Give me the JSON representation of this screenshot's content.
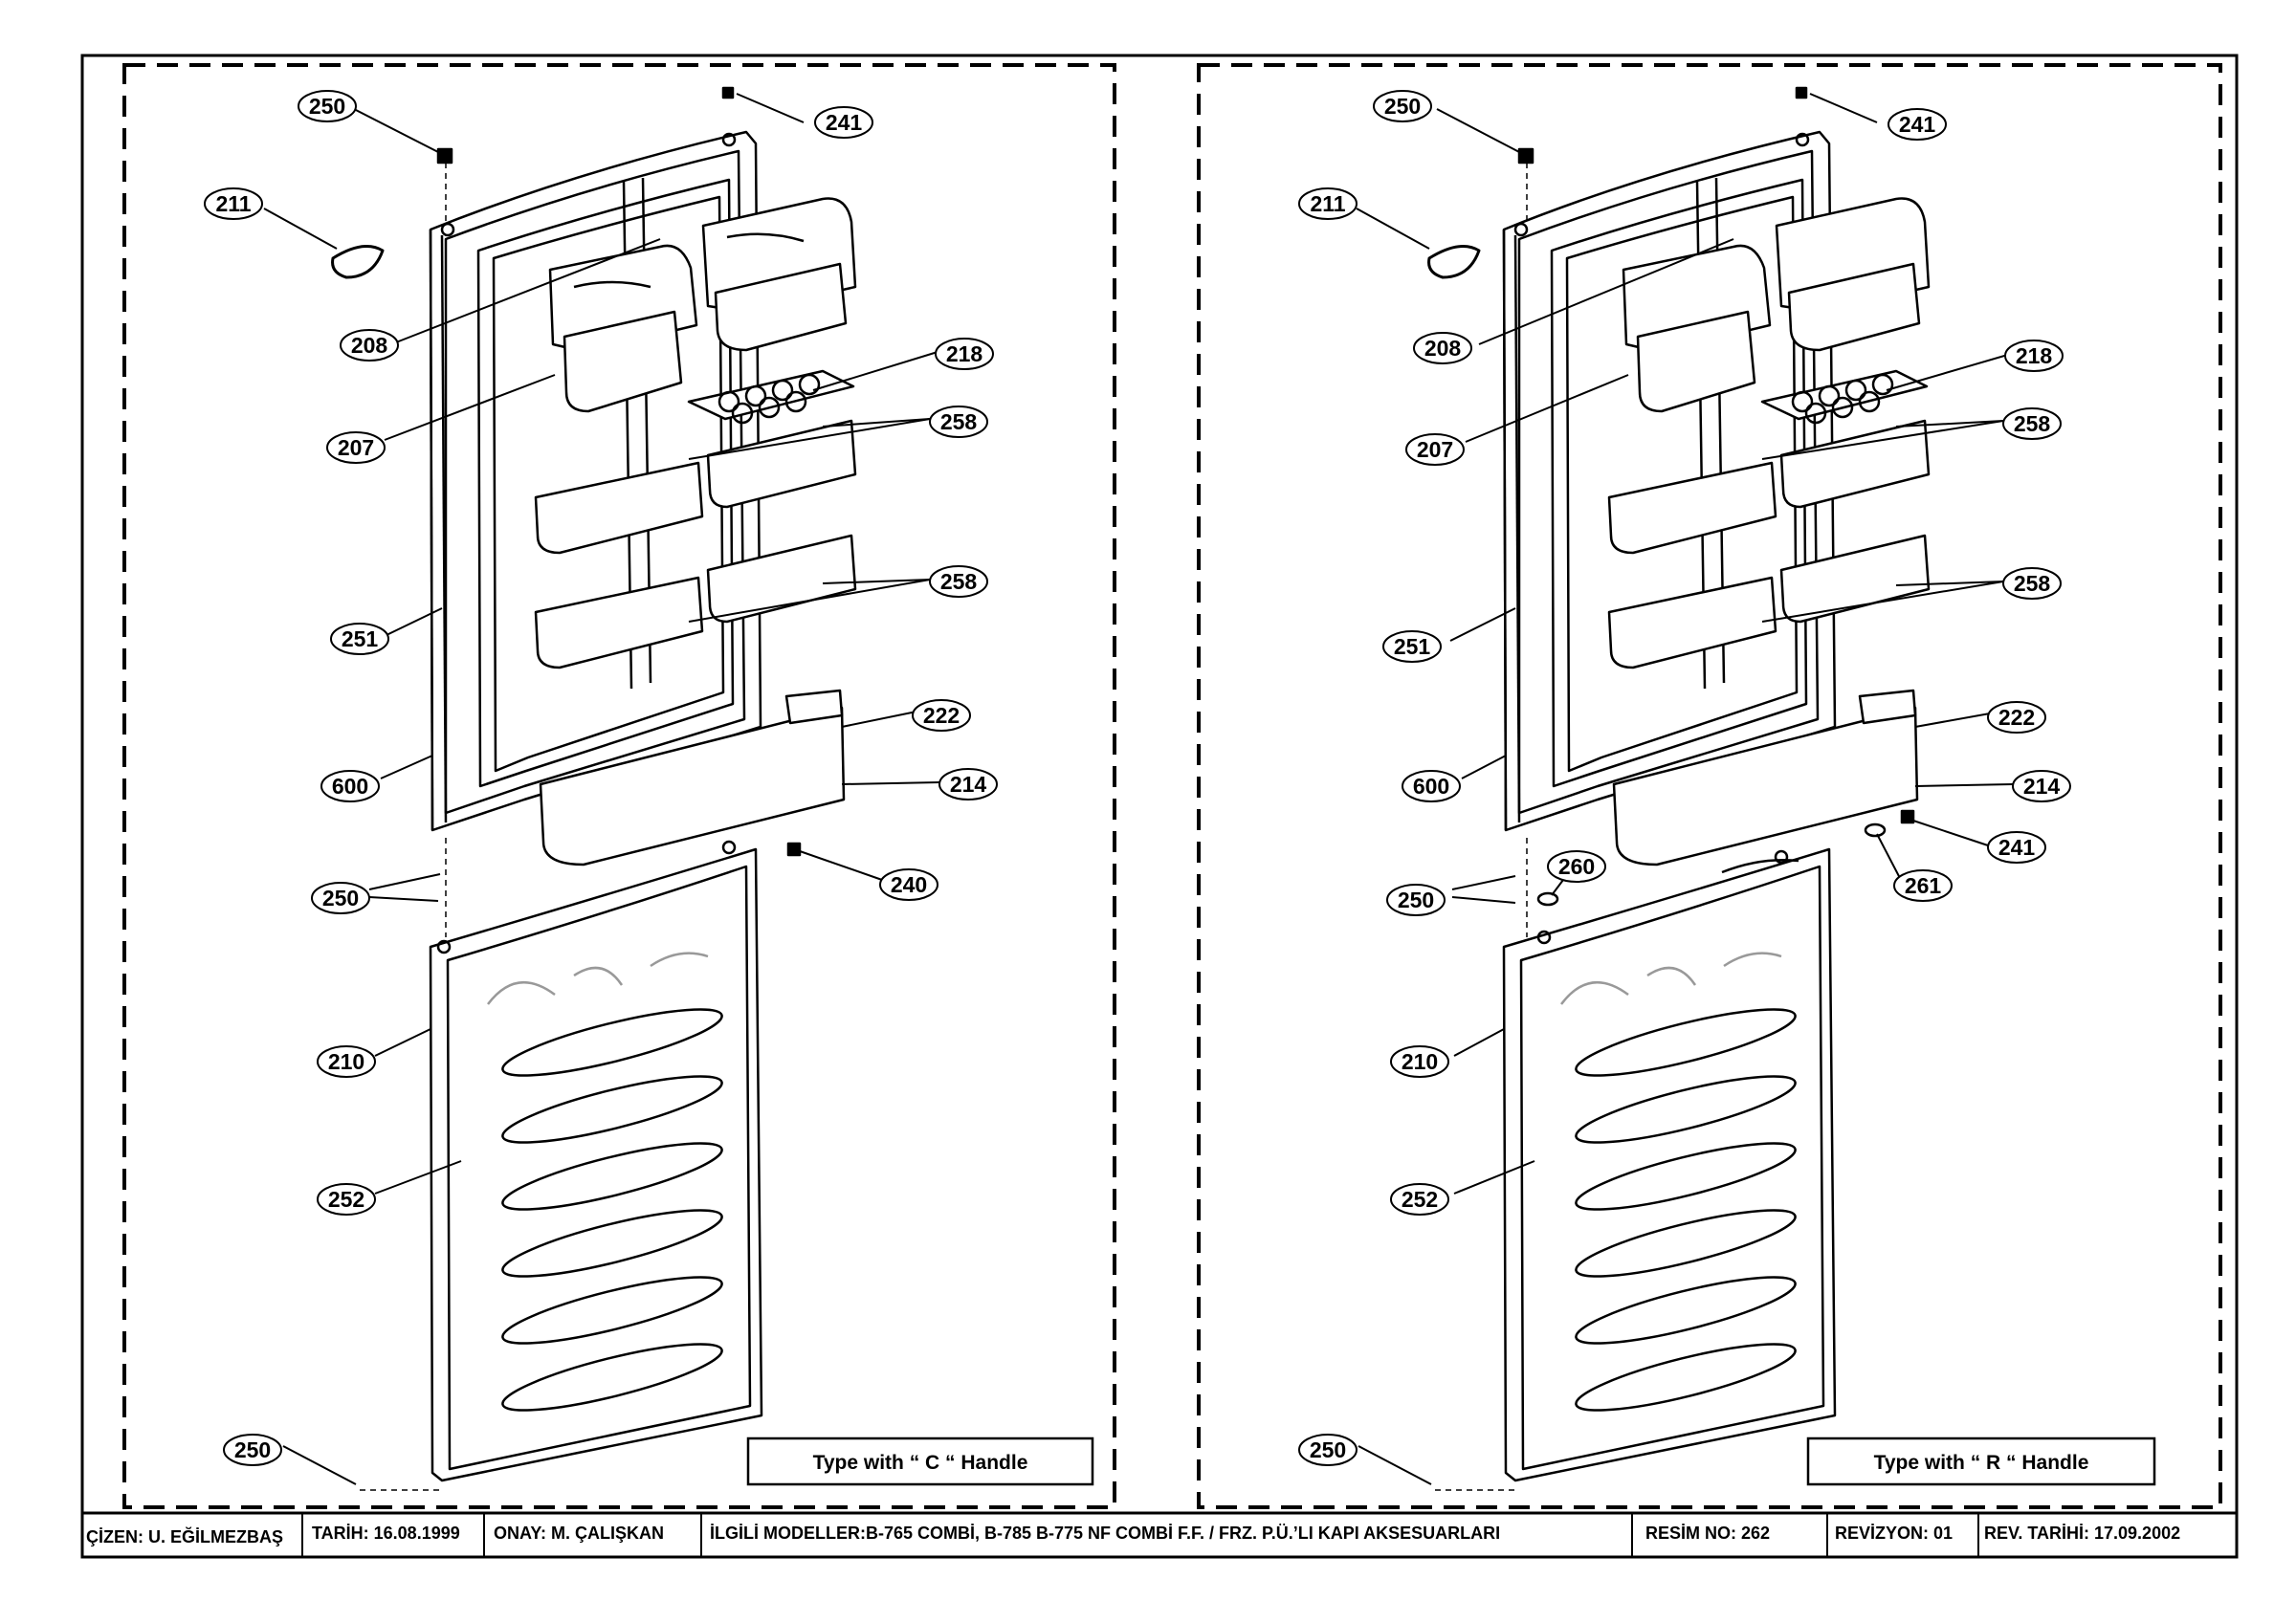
{
  "panels": [
    {
      "type_label": "Type with “ C “ Handle",
      "callouts": [
        {
          "id": "250-top",
          "label": "250"
        },
        {
          "id": "241-top",
          "label": "241"
        },
        {
          "id": "211",
          "label": "211"
        },
        {
          "id": "208",
          "label": "208"
        },
        {
          "id": "218",
          "label": "218"
        },
        {
          "id": "207",
          "label": "207"
        },
        {
          "id": "258-upper",
          "label": "258"
        },
        {
          "id": "258-lower",
          "label": "258"
        },
        {
          "id": "251",
          "label": "251"
        },
        {
          "id": "222",
          "label": "222"
        },
        {
          "id": "600",
          "label": "600"
        },
        {
          "id": "214",
          "label": "214"
        },
        {
          "id": "240",
          "label": "240"
        },
        {
          "id": "250-mid",
          "label": "250"
        },
        {
          "id": "210",
          "label": "210"
        },
        {
          "id": "252",
          "label": "252"
        },
        {
          "id": "250-bottom",
          "label": "250"
        }
      ]
    },
    {
      "type_label": "Type with “ R “ Handle",
      "callouts": [
        {
          "id": "250-top",
          "label": "250"
        },
        {
          "id": "241-top",
          "label": "241"
        },
        {
          "id": "211",
          "label": "211"
        },
        {
          "id": "208",
          "label": "208"
        },
        {
          "id": "218",
          "label": "218"
        },
        {
          "id": "207",
          "label": "207"
        },
        {
          "id": "258-upper",
          "label": "258"
        },
        {
          "id": "258-lower",
          "label": "258"
        },
        {
          "id": "251",
          "label": "251"
        },
        {
          "id": "222",
          "label": "222"
        },
        {
          "id": "600",
          "label": "600"
        },
        {
          "id": "214",
          "label": "214"
        },
        {
          "id": "241-mid",
          "label": "241"
        },
        {
          "id": "260",
          "label": "260"
        },
        {
          "id": "250-mid",
          "label": "250"
        },
        {
          "id": "261",
          "label": "261"
        },
        {
          "id": "210",
          "label": "210"
        },
        {
          "id": "252",
          "label": "252"
        },
        {
          "id": "250-bottom",
          "label": "250"
        }
      ]
    }
  ],
  "title_block": {
    "drawn_by": "ÇİZEN: U. EĞİLMEZBAŞ",
    "date": "TARİH: 16.08.1999",
    "approved": "ONAY: M. ÇALIŞKAN",
    "models": "İLGİLİ MODELLER:B-765 COMBİ, B-785 B-775 NF COMBİ F.F. / FRZ. P.Ü.’LI KAPI  AKSESUARLARI",
    "drawing_no": "RESİM NO: 262",
    "revision": "REVİZYON: 01",
    "revision_date": "REV. TARİHİ: 17.09.2002"
  }
}
